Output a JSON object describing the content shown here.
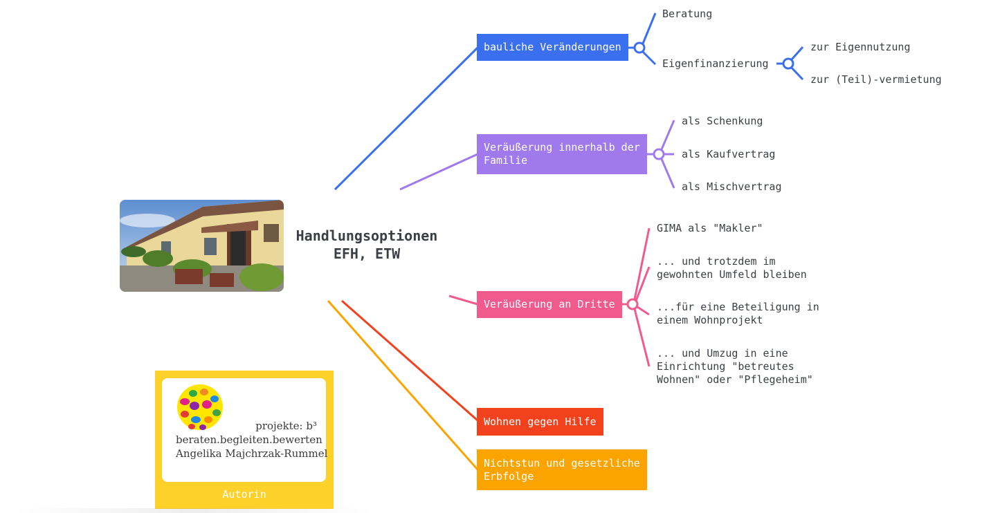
{
  "center": {
    "title": "Handlungsoptionen\nEFH, ETW"
  },
  "author": {
    "line1": "projekte: b³",
    "line2": "beraten.begleiten.bewerten",
    "line3": "Angelika Majchrzak-Rummel",
    "label": "Autorin"
  },
  "branches": {
    "bauliche": {
      "label": "bauliche Veränderungen",
      "color": "#3a6ff0",
      "children": {
        "beratung": "Beratung",
        "eigenfinanzierung": "Eigenfinanzierung",
        "eigennutzung": "zur Eigennutzung",
        "vermietung": "zur (Teil)-vermietung"
      }
    },
    "familie": {
      "label": "Veräußerung innerhalb der\nFamilie",
      "color": "#a07aed",
      "children": {
        "schenkung": "als Schenkung",
        "kaufvertrag": "als Kaufvertrag",
        "mischvertrag": "als Mischvertrag"
      }
    },
    "dritte": {
      "label": "Veräußerung an Dritte",
      "color": "#f05a8c",
      "children": {
        "gima": "GIMA als \"Makler\"",
        "umfeld": "... und trotzdem im\ngewohnten Umfeld bleiben",
        "wohnprojekt": "...für eine Beteiligung in\neinem Wohnprojekt",
        "umzug": "... und Umzug in eine\nEinrichtung \"betreutes\nWohnen\" oder \"Pflegeheim\""
      }
    },
    "hilfe": {
      "label": "Wohnen gegen Hilfe",
      "color": "#f2411d"
    },
    "erbfolge": {
      "label": "Nichtstun und gesetzliche\nErbfolge",
      "color": "#fba400"
    }
  },
  "colors": {
    "author_bg": "#fcd22a"
  }
}
